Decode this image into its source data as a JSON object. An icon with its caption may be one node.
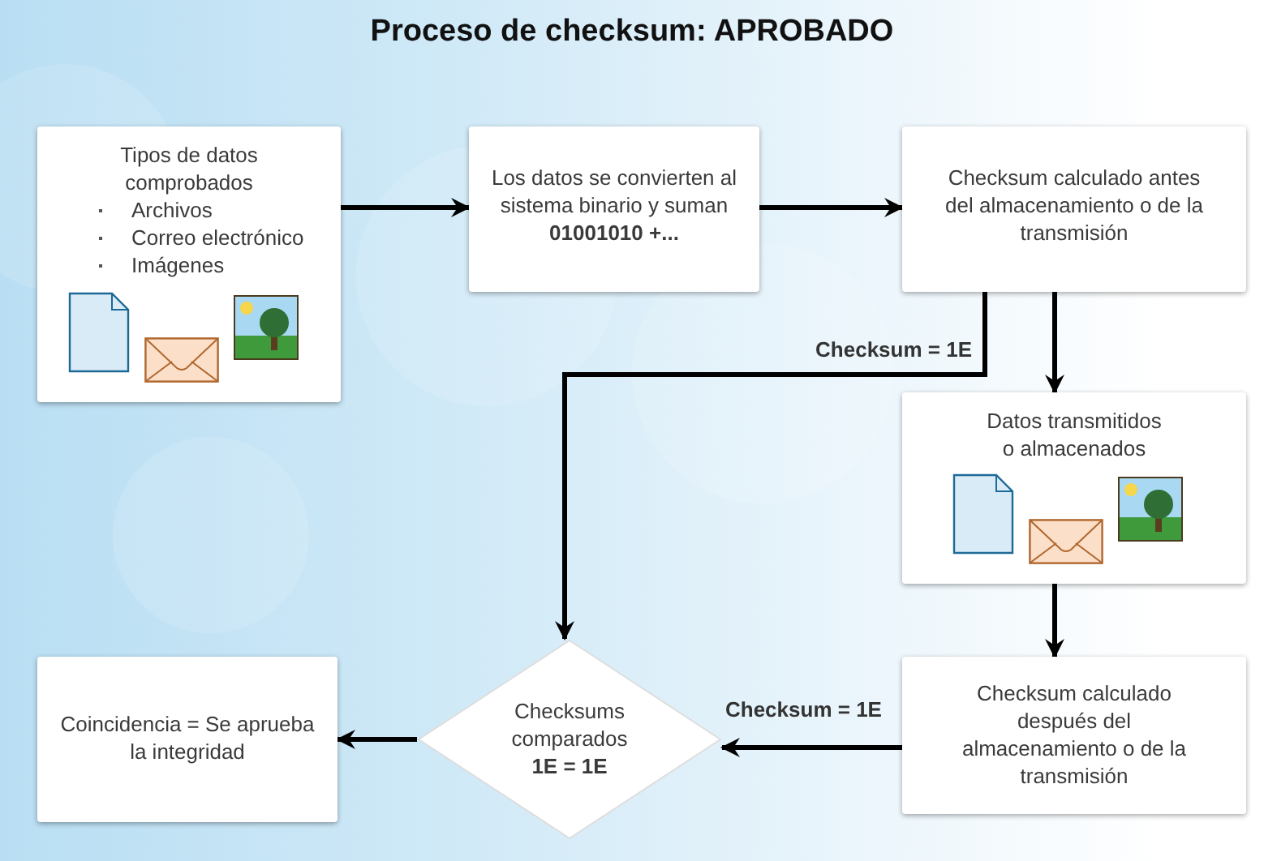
{
  "diagram": {
    "title": "Proceso de checksum: APROBADO",
    "nodes": [
      {
        "text": [
          "Tipos de datos comprobados",
          "Archivos",
          "Correo electrónico",
          "Imágenes"
        ]
      },
      {
        "text": [
          "Los datos se convierten al sistema binario y suman **01001010 +...**"
        ]
      },
      {
        "text": [
          "Checksum calculado antes del almacenamiento o de la transmisión"
        ]
      },
      {
        "text": [
          "Datos transmitidos o almacenados"
        ]
      },
      {
        "text": [
          "Checksum calculado después del almacenamiento o de la transmisión"
        ]
      },
      {
        "text": [
          "Checksums comparados",
          "1E = 1E"
        ]
      },
      {
        "text": [
          "Coincidencia = Se aprueba la integridad"
        ]
      }
    ],
    "edges": [
      {
        "from": 0,
        "to": 1,
        "arrow": "to"
      },
      {
        "from": 1,
        "to": 2,
        "arrow": "to"
      },
      {
        "from": 2,
        "to": 3,
        "arrow": "to"
      },
      {
        "from": 2,
        "to": 5,
        "arrow": "to",
        "label": "Checksum = 1E"
      },
      {
        "from": 3,
        "to": 4,
        "arrow": "to"
      },
      {
        "from": 4,
        "to": 5,
        "arrow": "to",
        "label": "Checksum = 1E"
      },
      {
        "from": 5,
        "to": 6,
        "arrow": "to"
      }
    ]
  }
}
